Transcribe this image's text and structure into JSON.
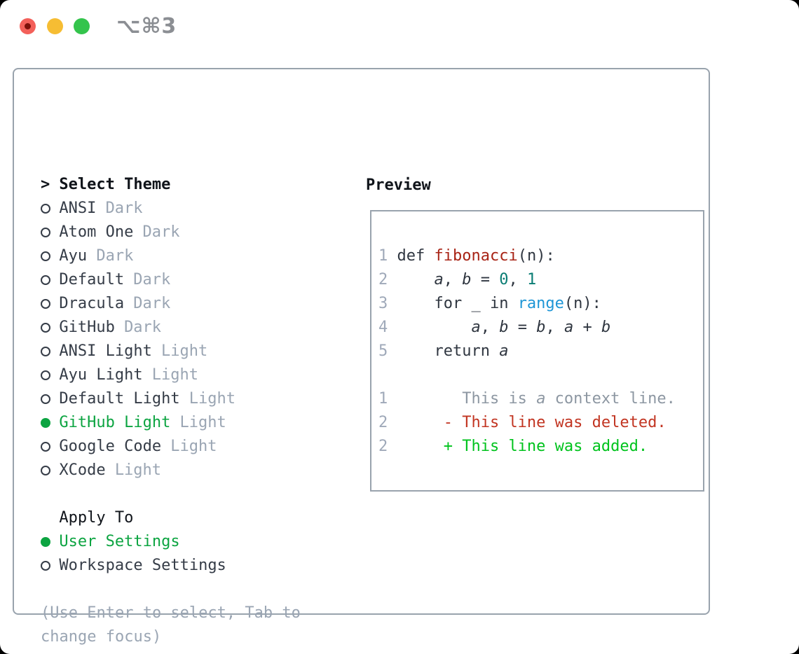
{
  "window": {
    "title_shortcut": "⌥⌘3"
  },
  "traffic_lights": {
    "close": "red",
    "minimize": "yellow",
    "zoom": "green",
    "red": "#f3605a",
    "red_dot": "#7d100a",
    "yellow": "#f6bd33",
    "green": "#34c44c"
  },
  "theme_panel": {
    "header": "Select Theme",
    "prompt": ">",
    "themes": [
      {
        "name": "ANSI",
        "tag": "Dark",
        "selected": false
      },
      {
        "name": "Atom One",
        "tag": "Dark",
        "selected": false
      },
      {
        "name": "Ayu",
        "tag": "Dark",
        "selected": false
      },
      {
        "name": "Default",
        "tag": "Dark",
        "selected": false
      },
      {
        "name": "Dracula",
        "tag": "Dark",
        "selected": false
      },
      {
        "name": "GitHub",
        "tag": "Dark",
        "selected": false
      },
      {
        "name": "ANSI Light",
        "tag": "Light",
        "selected": false
      },
      {
        "name": "Ayu Light",
        "tag": "Light",
        "selected": false
      },
      {
        "name": "Default Light",
        "tag": "Light",
        "selected": false
      },
      {
        "name": "GitHub Light",
        "tag": "Light",
        "selected": true
      },
      {
        "name": "Google Code",
        "tag": "Light",
        "selected": false
      },
      {
        "name": "XCode",
        "tag": "Light",
        "selected": false
      }
    ],
    "apply_to": {
      "header": "Apply To",
      "options": [
        {
          "label": "User Settings",
          "selected": true
        },
        {
          "label": "Workspace Settings",
          "selected": false
        }
      ]
    },
    "hint_lines": [
      "(Use Enter to select, Tab to",
      "change focus)"
    ]
  },
  "preview": {
    "header": "Preview",
    "lines": [
      {
        "tokens": [
          {
            "text": "1 ",
            "cls": "gutter"
          },
          {
            "text": "def ",
            "cls": "plain"
          },
          {
            "text": "fibonacci",
            "cls": "func"
          },
          {
            "text": "(n):",
            "cls": "plain"
          }
        ]
      },
      {
        "tokens": [
          {
            "text": "2 ",
            "cls": "gutter"
          },
          {
            "text": "    ",
            "cls": "plain"
          },
          {
            "text": "a",
            "cls": "var"
          },
          {
            "text": ", ",
            "cls": "plain"
          },
          {
            "text": "b",
            "cls": "var"
          },
          {
            "text": " = ",
            "cls": "plain"
          },
          {
            "text": "0",
            "cls": "num"
          },
          {
            "text": ", ",
            "cls": "plain"
          },
          {
            "text": "1",
            "cls": "num"
          }
        ]
      },
      {
        "tokens": [
          {
            "text": "3 ",
            "cls": "gutter"
          },
          {
            "text": "    for _ in ",
            "cls": "plain"
          },
          {
            "text": "range",
            "cls": "builtin"
          },
          {
            "text": "(n):",
            "cls": "plain"
          }
        ]
      },
      {
        "tokens": [
          {
            "text": "4 ",
            "cls": "gutter"
          },
          {
            "text": "        ",
            "cls": "plain"
          },
          {
            "text": "a",
            "cls": "var"
          },
          {
            "text": ", ",
            "cls": "plain"
          },
          {
            "text": "b",
            "cls": "var"
          },
          {
            "text": " = ",
            "cls": "plain"
          },
          {
            "text": "b",
            "cls": "var"
          },
          {
            "text": ", ",
            "cls": "plain"
          },
          {
            "text": "a",
            "cls": "var"
          },
          {
            "text": " + ",
            "cls": "plain"
          },
          {
            "text": "b",
            "cls": "var"
          }
        ]
      },
      {
        "tokens": [
          {
            "text": "5 ",
            "cls": "gutter"
          },
          {
            "text": "    return ",
            "cls": "plain"
          },
          {
            "text": "a",
            "cls": "var"
          }
        ]
      },
      {
        "tokens": []
      },
      {
        "tokens": [
          {
            "text": "1 ",
            "cls": "gutter"
          },
          {
            "text": "       This is ",
            "cls": "ctx"
          },
          {
            "text": "a",
            "cls": "ctx-var"
          },
          {
            "text": " context line.",
            "cls": "ctx"
          }
        ]
      },
      {
        "tokens": [
          {
            "text": "2 ",
            "cls": "gutter"
          },
          {
            "text": "     - This line was deleted.",
            "cls": "del"
          }
        ]
      },
      {
        "tokens": [
          {
            "text": "2 ",
            "cls": "gutter"
          },
          {
            "text": "     + This line was added.",
            "cls": "add"
          }
        ]
      }
    ]
  },
  "colors": {
    "accent_green": "#0ca441",
    "diff_added": "#00c31d",
    "diff_deleted": "#c23522",
    "diff_context": "#8d97a2",
    "function_red": "#a82315",
    "number_teal": "#0a7d74",
    "builtin_blue": "#1e96d6",
    "muted_gray": "#9aa5b3",
    "border_gray": "#99a3ad"
  }
}
